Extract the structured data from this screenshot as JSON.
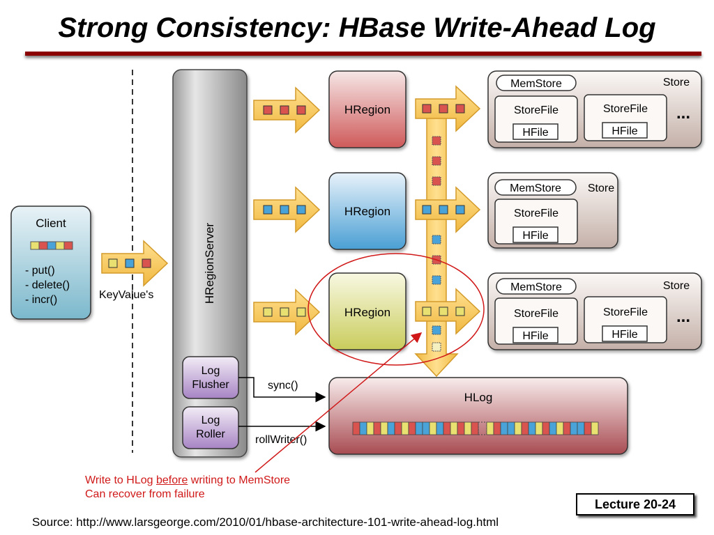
{
  "slide": {
    "title": "Strong Consistency: HBase Write-Ahead Log",
    "note_line1_pre": "Write to HLog ",
    "note_line1_emph": "before",
    "note_line1_post": " writing to MemStore",
    "note_line2": "Can recover from failure",
    "lecture_box": "Lecture 20-24",
    "source": "Source: http://www.larsgeorge.com/2010/01/hbase-architecture-101-write-ahead-log.html"
  },
  "client": {
    "title": "Client",
    "methods": [
      "- put()",
      "- delete()",
      "- incr()"
    ],
    "arrow_label": "KeyValue's"
  },
  "server": {
    "name": "HRegionServer",
    "log_flusher": [
      "Log",
      "Flusher"
    ],
    "log_roller": [
      "Log",
      "Roller"
    ],
    "sync_label": "sync()",
    "rollwriter_label": "rollWriter()"
  },
  "regions": [
    {
      "name": "HRegion",
      "store_label": "Store",
      "memstore": "MemStore",
      "storefiles": [
        "StoreFile",
        "StoreFile"
      ],
      "hfile": "HFile",
      "ellipsis": "..."
    },
    {
      "name": "HRegion",
      "store_label": "Store",
      "memstore": "MemStore",
      "storefiles": [
        "StoreFile"
      ],
      "hfile": "HFile",
      "ellipsis": ""
    },
    {
      "name": "HRegion",
      "store_label": "Store",
      "memstore": "MemStore",
      "storefiles": [
        "StoreFile",
        "StoreFile"
      ],
      "hfile": "HFile",
      "ellipsis": "..."
    }
  ],
  "hlog": {
    "name": "HLog"
  },
  "colors": {
    "red": "#d9534f",
    "blue": "#4aa3d8",
    "yellow": "#e8e070",
    "arrow": "#f5c54a",
    "highlight": "#d01818"
  }
}
